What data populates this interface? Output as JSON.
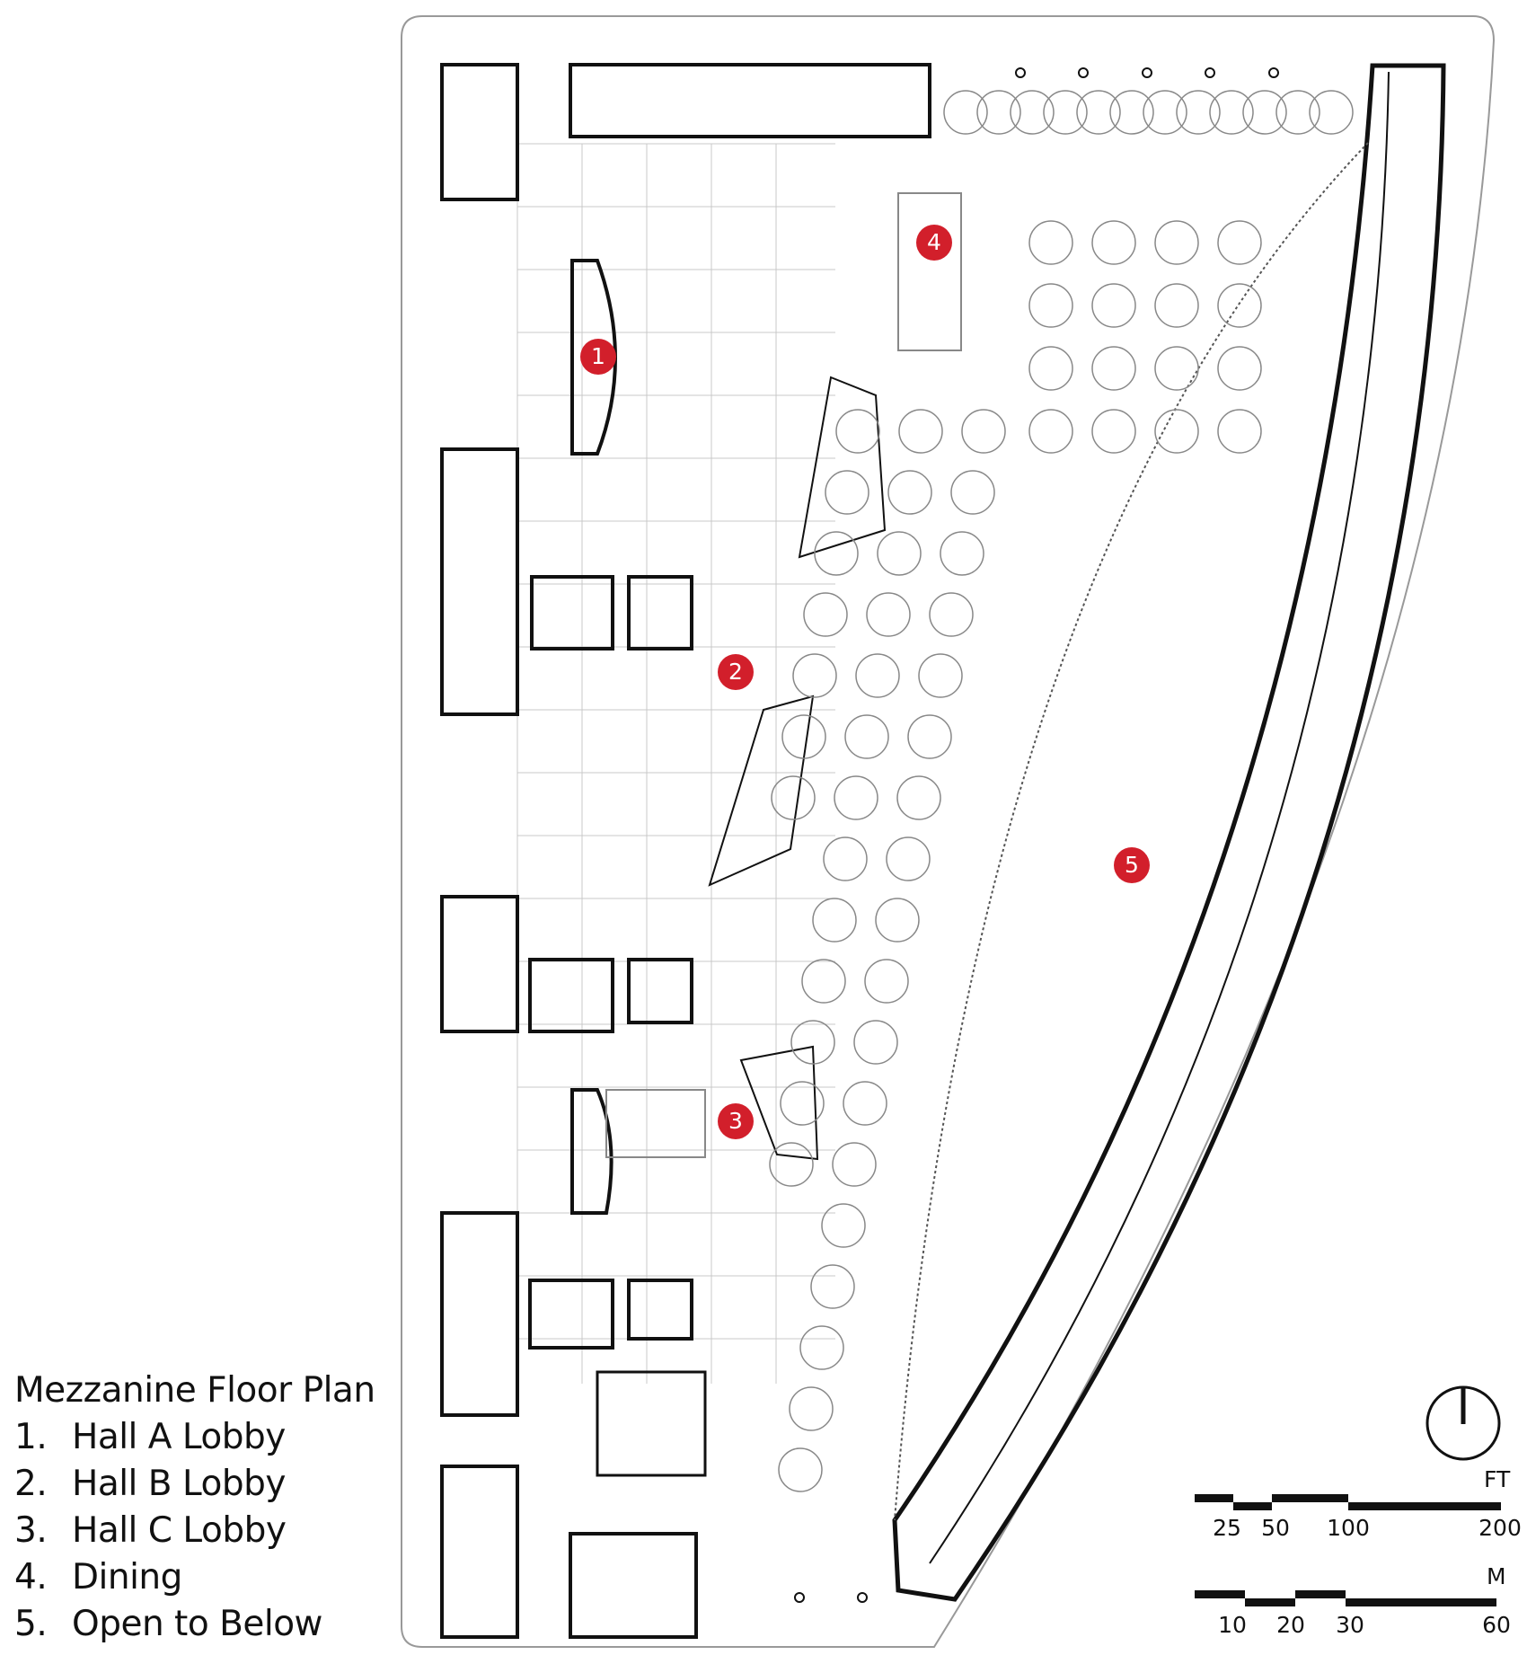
{
  "legend": {
    "title": "Mezzanine Floor Plan",
    "items": [
      {
        "num": "1.",
        "label": "Hall A Lobby"
      },
      {
        "num": "2.",
        "label": "Hall B Lobby"
      },
      {
        "num": "3.",
        "label": "Hall C Lobby"
      },
      {
        "num": "4.",
        "label": "Dining"
      },
      {
        "num": "5.",
        "label": "Open to Below"
      }
    ]
  },
  "markers": [
    "1",
    "2",
    "3",
    "4",
    "5"
  ],
  "scale": {
    "ft_unit": "FT",
    "ft_labels": [
      "25",
      "50",
      "100",
      "200"
    ],
    "m_unit": "M",
    "m_labels": [
      "10",
      "20",
      "30",
      "60"
    ]
  },
  "colors": {
    "marker": "#d21f2b",
    "line": "#111111",
    "grid": "#bdbdbd"
  }
}
